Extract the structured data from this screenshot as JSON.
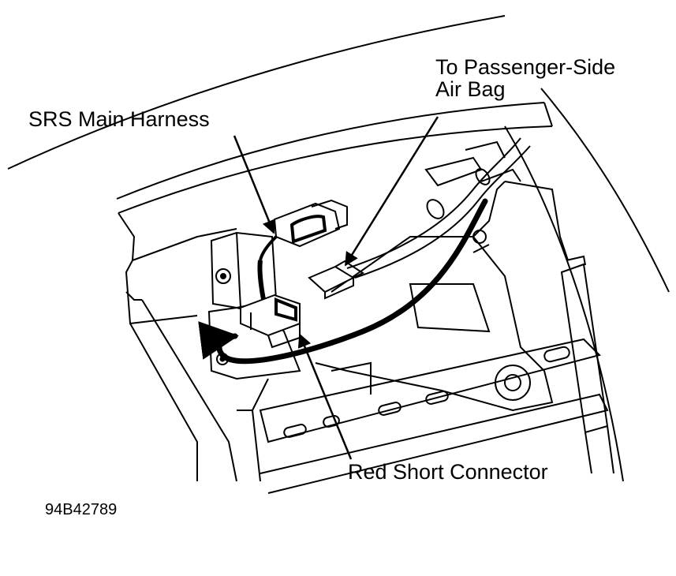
{
  "figure_id": "94B42789",
  "labels": {
    "srs_main_harness": "SRS Main Harness",
    "passenger_line1": "To Passenger-Side",
    "passenger_line2": "Air Bag",
    "red_short_connector": "Red Short Connector"
  },
  "colors": {
    "ink": "#000000",
    "paper": "#ffffff"
  }
}
